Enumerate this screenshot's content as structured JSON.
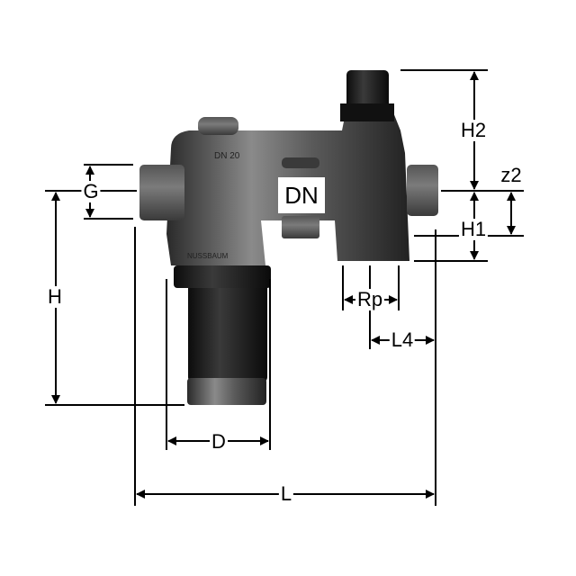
{
  "labels": {
    "H2": "H2",
    "z2": "z2",
    "G": "G",
    "DN": "DN",
    "H1": "H1",
    "H": "H",
    "Rp": "Rp",
    "L4": "L4",
    "D": "D",
    "L": "L"
  },
  "body_markings": {
    "size": "DN 20",
    "brand": "NUSSBAUM"
  }
}
